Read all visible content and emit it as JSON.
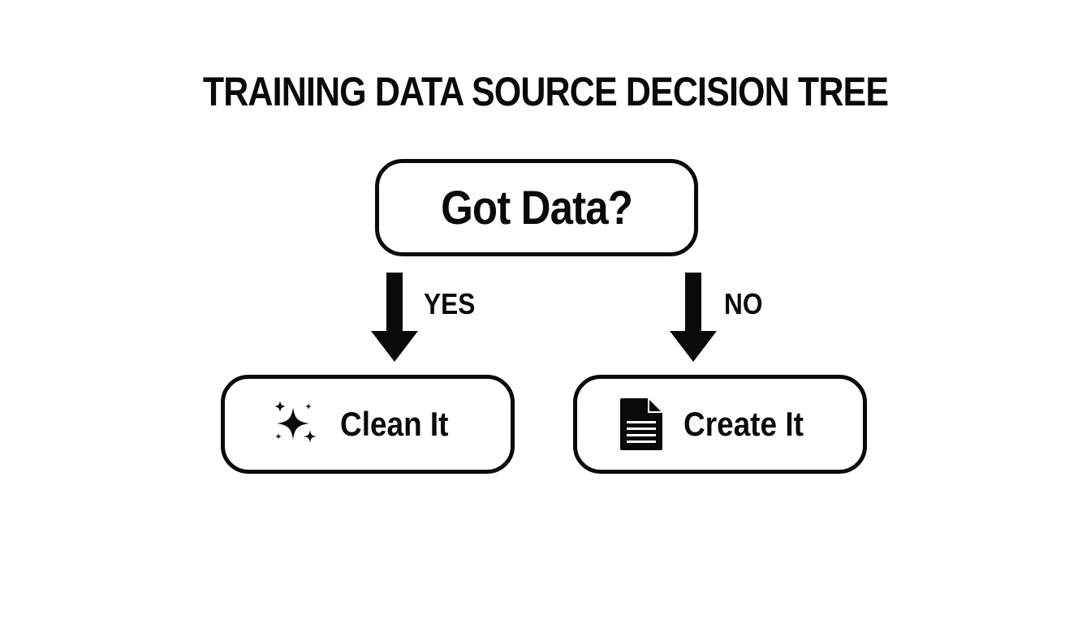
{
  "diagram": {
    "title": "TRAINING DATA SOURCE DECISION TREE",
    "root": {
      "label": "Got Data?"
    },
    "branches": [
      {
        "label": "YES",
        "target": {
          "label": "Clean It",
          "icon": "sparkles-icon"
        }
      },
      {
        "label": "NO",
        "target": {
          "label": "Create It",
          "icon": "document-icon"
        }
      }
    ],
    "colors": {
      "stroke": "#0a0a0a",
      "background": "#ffffff"
    }
  }
}
